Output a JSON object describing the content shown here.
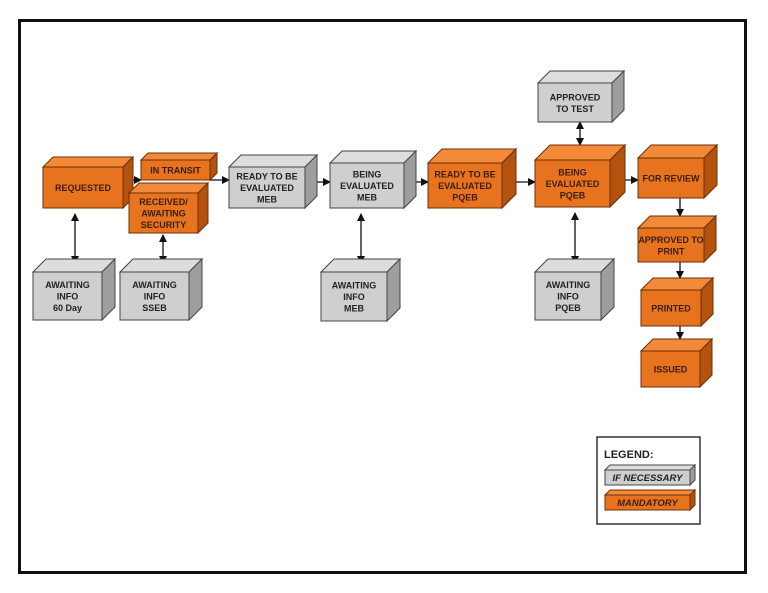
{
  "colors": {
    "mandatory_front": "#E8731F",
    "mandatory_top": "#F28A3A",
    "mandatory_side": "#B4530E",
    "mandatory_stroke": "#6b2f08",
    "optional_front": "#CFCFCF",
    "optional_top": "#DDDDDD",
    "optional_side": "#9E9E9E",
    "optional_stroke": "#444444",
    "arrow": "#111111",
    "frame": "#111111"
  },
  "boxes": [
    {
      "id": "requested",
      "type": "mandatory",
      "lines": [
        "REQUESTED"
      ]
    },
    {
      "id": "in-transit",
      "type": "mandatory",
      "lines": [
        "IN TRANSIT"
      ]
    },
    {
      "id": "received-awaiting-security",
      "type": "mandatory",
      "lines": [
        "RECEIVED/",
        "AWAITING",
        "SECURITY"
      ]
    },
    {
      "id": "ready-evaluated-meb",
      "type": "optional",
      "lines": [
        "READY TO BE",
        "EVALUATED",
        "MEB"
      ]
    },
    {
      "id": "being-evaluated-meb",
      "type": "optional",
      "lines": [
        "BEING",
        "EVALUATED",
        "MEB"
      ]
    },
    {
      "id": "ready-evaluated-pqeb",
      "type": "mandatory",
      "lines": [
        "READY TO BE",
        "EVALUATED",
        "PQEB"
      ]
    },
    {
      "id": "being-evaluated-pqeb",
      "type": "mandatory",
      "lines": [
        "BEING",
        "EVALUATED",
        "PQEB"
      ]
    },
    {
      "id": "approved-to-test",
      "type": "optional",
      "lines": [
        "APPROVED",
        "TO TEST"
      ]
    },
    {
      "id": "for-review",
      "type": "mandatory",
      "lines": [
        "FOR REVIEW"
      ]
    },
    {
      "id": "approved-to-print",
      "type": "mandatory",
      "lines": [
        "APPROVED TO",
        "PRINT"
      ]
    },
    {
      "id": "printed",
      "type": "mandatory",
      "lines": [
        "PRINTED"
      ]
    },
    {
      "id": "issued",
      "type": "mandatory",
      "lines": [
        "ISSUED"
      ]
    },
    {
      "id": "awaiting-info-60-day",
      "type": "optional",
      "lines": [
        "AWAITING",
        "INFO",
        "60 Day"
      ]
    },
    {
      "id": "awaiting-info-sseb",
      "type": "optional",
      "lines": [
        "AWAITING",
        "INFO",
        "SSEB"
      ]
    },
    {
      "id": "awaiting-info-meb",
      "type": "optional",
      "lines": [
        "AWAITING",
        "INFO",
        "MEB"
      ]
    },
    {
      "id": "awaiting-info-pqeb",
      "type": "optional",
      "lines": [
        "AWAITING",
        "INFO",
        "PQEB"
      ]
    }
  ],
  "connections": [
    {
      "from": "requested",
      "to": "in-transit",
      "kind": "one-way"
    },
    {
      "from": "in-transit",
      "to": "ready-evaluated-meb",
      "kind": "one-way"
    },
    {
      "from": "ready-evaluated-meb",
      "to": "being-evaluated-meb",
      "kind": "one-way"
    },
    {
      "from": "being-evaluated-meb",
      "to": "ready-evaluated-pqeb",
      "kind": "one-way"
    },
    {
      "from": "ready-evaluated-pqeb",
      "to": "being-evaluated-pqeb",
      "kind": "one-way"
    },
    {
      "from": "being-evaluated-pqeb",
      "to": "for-review",
      "kind": "one-way"
    },
    {
      "from": "for-review",
      "to": "approved-to-print",
      "kind": "one-way"
    },
    {
      "from": "approved-to-print",
      "to": "printed",
      "kind": "one-way"
    },
    {
      "from": "printed",
      "to": "issued",
      "kind": "one-way"
    },
    {
      "from": "requested",
      "to": "awaiting-info-60-day",
      "kind": "two-way"
    },
    {
      "from": "received-awaiting-security",
      "to": "awaiting-info-sseb",
      "kind": "two-way"
    },
    {
      "from": "being-evaluated-meb",
      "to": "awaiting-info-meb",
      "kind": "two-way"
    },
    {
      "from": "being-evaluated-pqeb",
      "to": "awaiting-info-pqeb",
      "kind": "two-way"
    },
    {
      "from": "being-evaluated-pqeb",
      "to": "approved-to-test",
      "kind": "two-way"
    }
  ],
  "legend": {
    "title": "LEGEND:",
    "items": [
      {
        "label": "IF NECESSARY",
        "type": "optional"
      },
      {
        "label": "MANDATORY",
        "type": "mandatory"
      }
    ]
  }
}
